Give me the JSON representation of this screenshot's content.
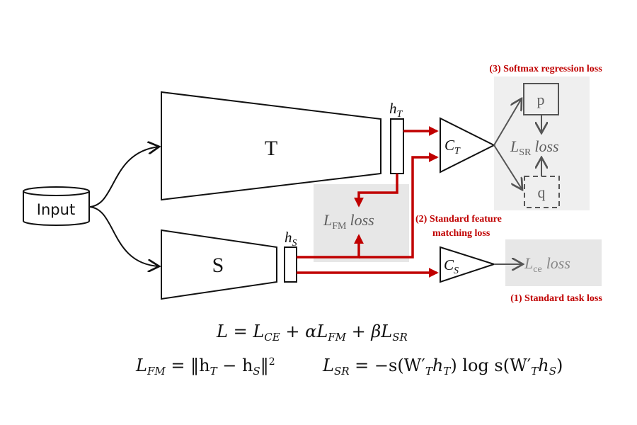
{
  "diagram": {
    "input_label": "Input",
    "teacher_label": "T",
    "student_label": "S",
    "teacher_feature": {
      "base": "h",
      "sub": "T"
    },
    "student_feature": {
      "base": "h",
      "sub": "S"
    },
    "teacher_classifier": {
      "base": "C",
      "sub": "T"
    },
    "student_classifier": {
      "base": "C",
      "sub": "S"
    },
    "sr_box": {
      "p_label": "p",
      "q_label": "q",
      "loss": {
        "base": "L",
        "sub": "SR",
        "suffix": "loss"
      },
      "caption": "(3) Softmax regression loss"
    },
    "fm_box": {
      "loss": {
        "base": "L",
        "sub": "FM",
        "suffix": "loss"
      },
      "caption_line1": "(2) Standard feature",
      "caption_line2": "matching loss"
    },
    "ce_box": {
      "loss": {
        "base": "L",
        "sub": "ce",
        "suffix": "loss"
      },
      "caption": "(1) Standard task loss"
    },
    "colors": {
      "accent_red": "#c00000",
      "grey_box": "#eeeeee",
      "grey_text": "#5f5f5f",
      "stroke": "#111111"
    }
  },
  "equations": {
    "total": {
      "lhs": "L",
      "eq": "=",
      "t1": "L",
      "t1_sub": "CE",
      "plus1": "+",
      "alpha": "α",
      "t2": "L",
      "t2_sub": "FM",
      "plus2": "+",
      "beta": "β",
      "t3": "L",
      "t3_sub": "SR"
    },
    "fm": {
      "lhs": "L",
      "lhs_sub": "FM",
      "rhs": "= ‖h",
      "h1_sub": "T",
      "minus": " − h",
      "h2_sub": "S",
      "close": "‖",
      "power": "2"
    },
    "sr": {
      "lhs": "L",
      "lhs_sub": "SR",
      "rhs1": "= −s(W′",
      "w1_sub": "T",
      "h1": "h",
      "h1_sub": "T",
      "mid": ") log s(W′",
      "w2_sub": "T",
      "h2": "h",
      "h2_sub": "S",
      "end": ")"
    }
  }
}
